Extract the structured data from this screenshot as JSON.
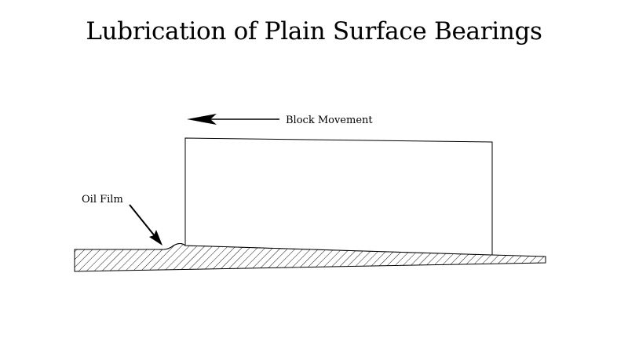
{
  "title": "Lubrication of Plain Surface Bearings",
  "labels": {
    "block_movement": "Block Movement",
    "oil_film": "Oil Film"
  },
  "colors": {
    "line": "#000000",
    "background": "#ffffff"
  }
}
